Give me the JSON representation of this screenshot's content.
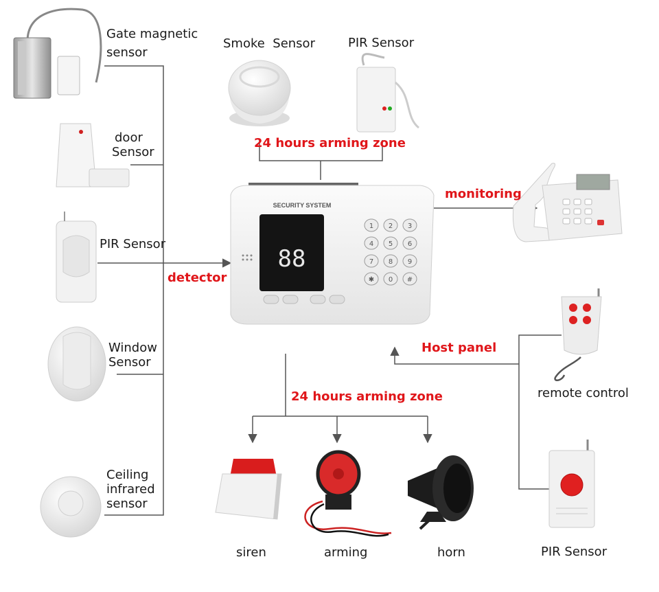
{
  "sensors_left": {
    "gate_magnetic": [
      "Gate magnetic",
      "sensor"
    ],
    "door": [
      "door",
      "Sensor"
    ],
    "pir": "PIR Sensor",
    "window": [
      "Window",
      "Sensor"
    ],
    "ceiling": [
      "Ceiling",
      "infrared",
      "sensor"
    ]
  },
  "top_sensors": {
    "smoke": "Smoke  Sensor",
    "pir": "PIR Sensor"
  },
  "zones": {
    "top": "24 hours arming zone",
    "bottom": "24 hours arming zone"
  },
  "connections": {
    "detector": "detector",
    "monitoring": "monitoring",
    "host_panel": "Host panel"
  },
  "panel": {
    "brand": "SECURITY SYSTEM",
    "display": "88",
    "keys": [
      "1",
      "2",
      "3",
      "4",
      "5",
      "6",
      "7",
      "8",
      "9",
      "✱",
      "0",
      "#"
    ]
  },
  "outputs": {
    "siren": "siren",
    "arming": "arming",
    "horn": "horn"
  },
  "remotes": {
    "remote_control": "remote control",
    "pir_sensor": "PIR Sensor"
  },
  "colors": {
    "accent_red": "#e0161a",
    "line": "#555555",
    "device_white": "#f3f3f3"
  }
}
